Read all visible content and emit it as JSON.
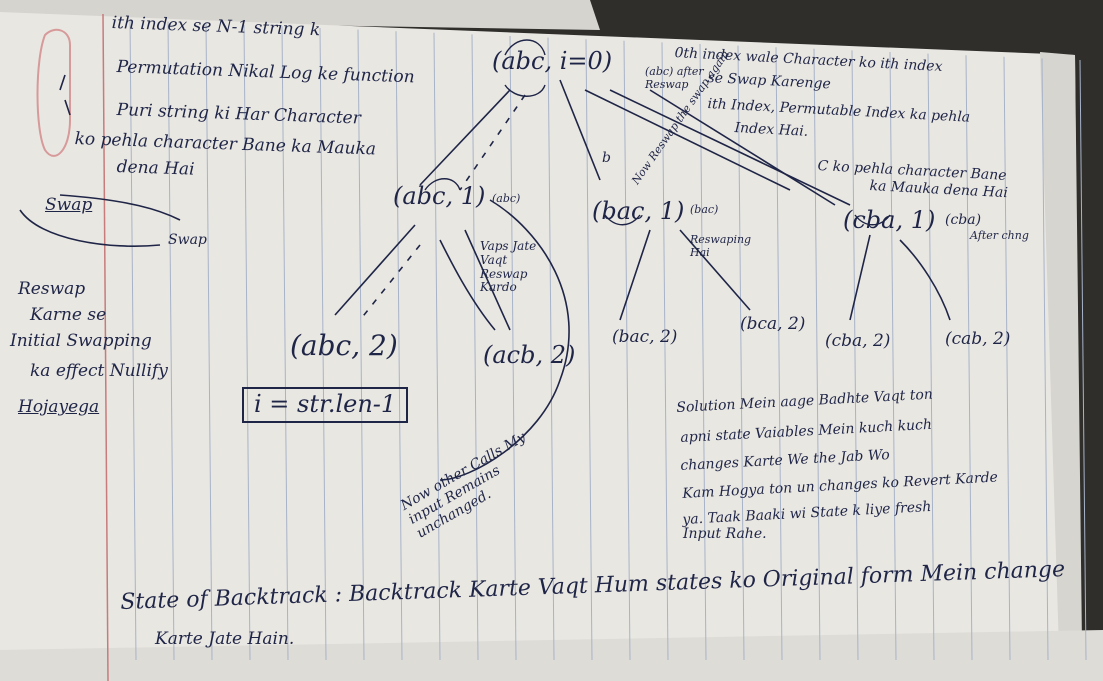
{
  "image": {
    "description_free": true,
    "palette": {
      "paper": "#e9e7e2",
      "paper_shadow": "#c9c7c1",
      "ink": "#1f2547",
      "rule_blue": "#a7b3c9",
      "margin_red": "#c77b7b",
      "background_dark": "#2f2e2b",
      "pink_pencil": "#d79a9a"
    }
  },
  "notes": {
    "left_1": "ith index se N-1 string k",
    "left_2": "Permutation Nikal Log ke function",
    "left_3": "Puri string ki Har Character",
    "left_4": "ko pehla character Bane ka Mauka",
    "left_5": "dena Hai",
    "swap_label": "Swap",
    "swap_label_2": "Swap",
    "reswap_1": "Reswap",
    "reswap_2": "Karne se",
    "reswap_3": "Initial Swapping",
    "reswap_4": "ka effect Nullify",
    "reswap_5": "Hojayega",
    "root_node": "(abc, i=0)",
    "top_right_1": "0th index wale Character ko ith index",
    "top_right_2": "se Swap Karenge",
    "top_right_3": "ith Index, Permutable Index ka pehla",
    "top_right_4": "Index Hai.",
    "after_reswap": "(abc) after Reswap",
    "c_note_1": "C ko pehla character Bane",
    "c_note_2": "ka Mauka dena Hai",
    "l1_left": "(abc, 1)",
    "l1_left_tag": "(abc)",
    "l1_mid": "(bac, 1)",
    "l1_mid_tag": "(bac)",
    "l1_right": "(cba, 1)",
    "l1_right_tag": "(cba)",
    "after_chng": "After chng",
    "b_label": "b",
    "now_reswap": "Now Reswap the swap again",
    "vaps_note": "Vaps Jate Vaqt Reswap Kardo",
    "reswaping": "Reswaping Hai",
    "leaf_1": "(abc, 2)",
    "leaf_2": "(acb, 2)",
    "leaf_3": "(bac, 2)",
    "leaf_4": "(bca, 2)",
    "leaf_5": "(cba, 2)",
    "leaf_6": "(cab, 2)",
    "base_case": "i = str.len-1",
    "other_calls": "Now other Calls My input Remains unchanged.",
    "solution_1": "Solution Mein aage Badhte Vaqt ton",
    "solution_2": "apni state Vaiables Mein kuch kuch",
    "solution_3": "changes Karte We the Jab Wo",
    "solution_4": "Kam Hogya ton un changes ko Revert Karde",
    "solution_5": "ya. Taak Baaki wi State k liye fresh",
    "solution_6": "Input Rahe.",
    "bottom_1": "State of Backtrack : Backtrack Karte Vaqt Hum states ko Original form Mein change",
    "bottom_2": "Karte Jate Hain."
  }
}
